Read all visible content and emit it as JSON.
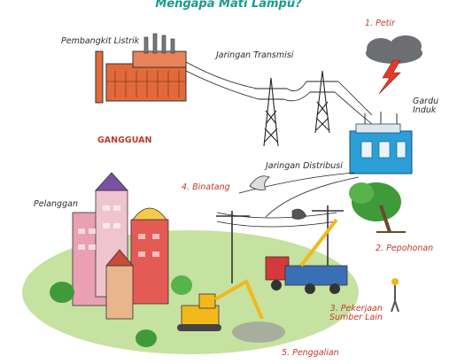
{
  "title": "Mengapa Mati Lampu?",
  "labels": {
    "pembangkit": "Pembangkit Listrik",
    "transmisi": "Jaringan Transmisi",
    "gardu": "Gardu\nInduk",
    "distribusi": "Jaringan Distribusi",
    "pelanggan": "Pelanggan",
    "gangguan": "GANGGUAN"
  },
  "causes": [
    "1. Petir",
    "2. Pepohonan",
    "3. Pekerjaan\nSumber Lain",
    "4. Binatang",
    "5. Penggalian"
  ],
  "colors": {
    "title": "#1a9a8e",
    "cause": "#c0392b",
    "powerplant": "#e26a3a",
    "substation": "#2b9fd8",
    "ground": "#c6e2a0",
    "cloud": "#6c6e72",
    "lightning": "#e23b2a",
    "excavator": "#f2b81b",
    "truck_cab": "#d6393b",
    "truck_bed": "#3a6fb5"
  }
}
